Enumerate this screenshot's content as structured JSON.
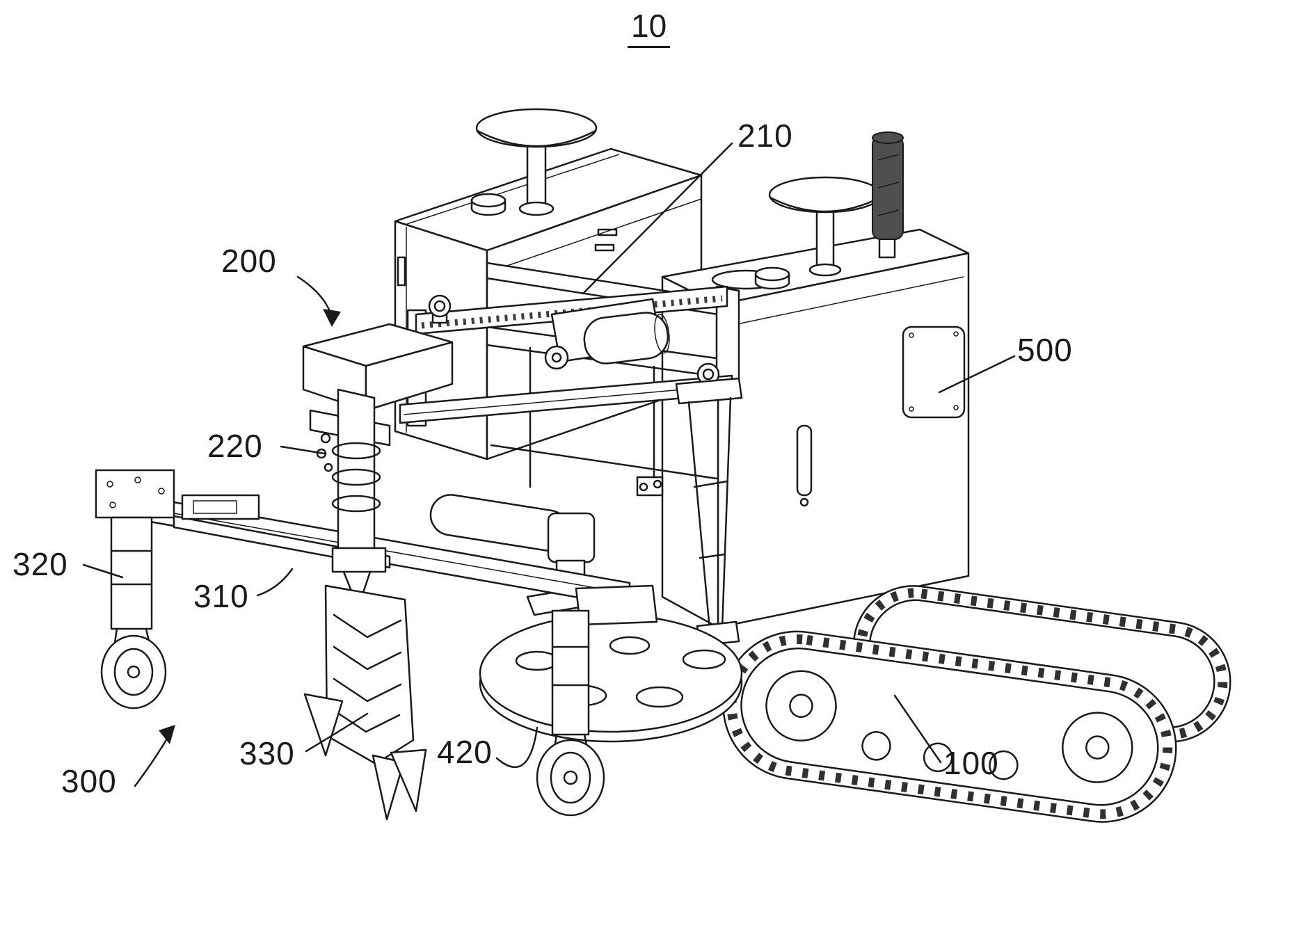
{
  "figure": {
    "number": "10"
  },
  "labels": {
    "l100": "100",
    "l200": "200",
    "l210": "210",
    "l220": "220",
    "l300": "300",
    "l310": "310",
    "l320": "320",
    "l330": "330",
    "l420": "420",
    "l500": "500"
  },
  "colors": {
    "ink": "#1a1a1a",
    "background": "#ffffff",
    "antenna_dark": "#4f4f4f"
  }
}
